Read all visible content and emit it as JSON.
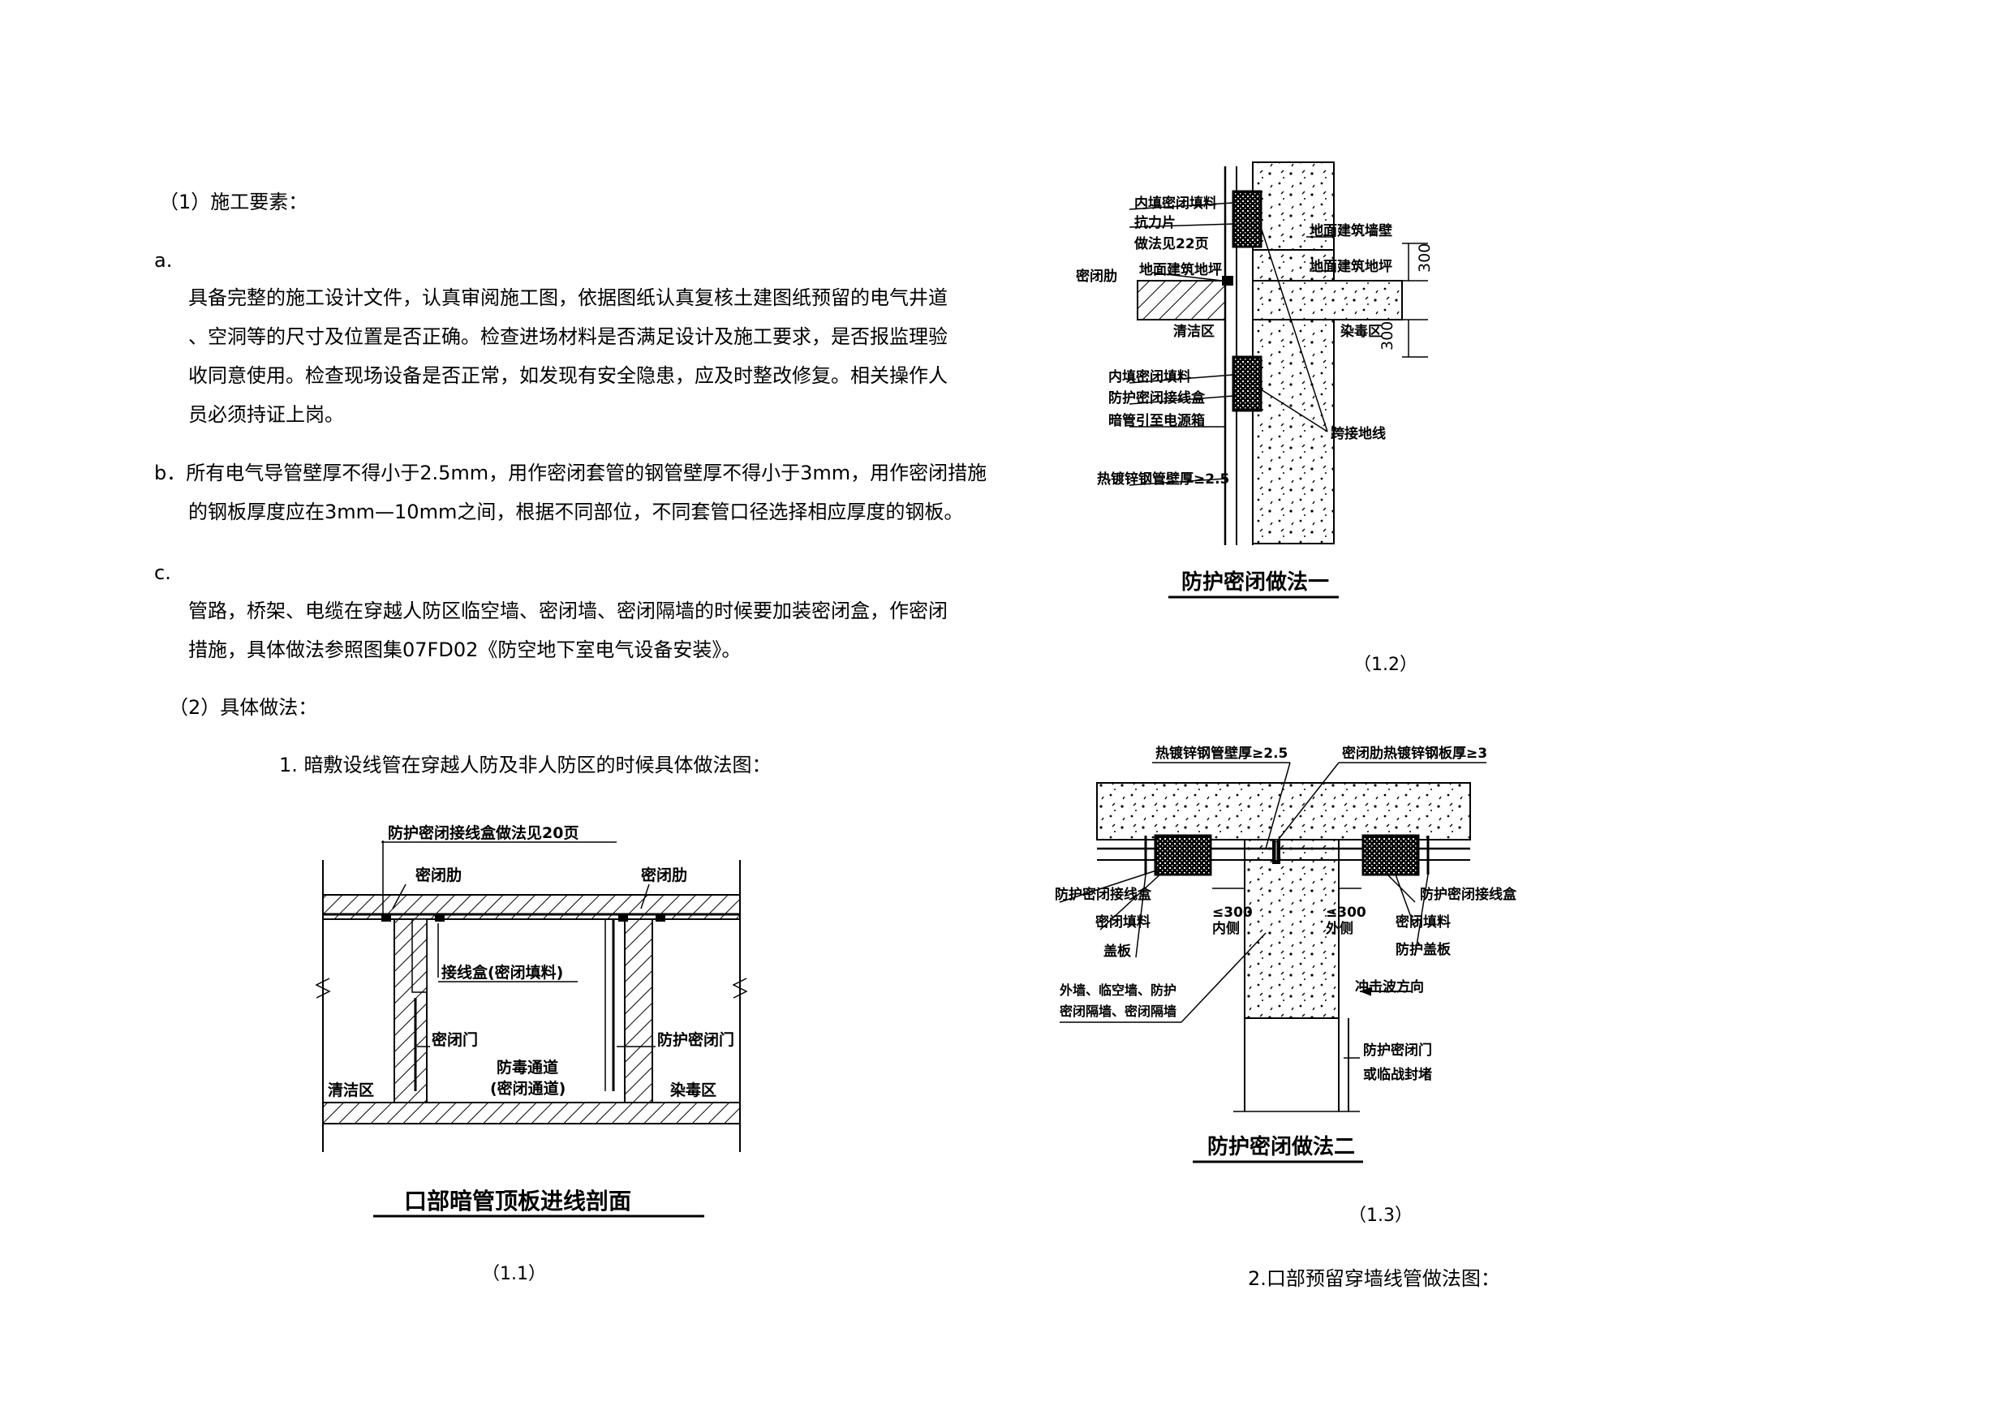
{
  "section1_heading": "（1）施工要素：",
  "item_a_label": "a.",
  "item_a_lines": [
    "具备完整的施工设计文件，认真审阅施工图，依据图纸认真复核土建图纸预留的电气井道",
    "、空洞等的尺寸及位置是否正确。检查进场材料是否满足设计及施工要求，是否报监理验",
    "收同意使用。检查现场设备是否正常，如发现有安全隐患，应及时整改修复。相关操作人",
    "员必须持证上岗。"
  ],
  "item_b_lines": [
    "b．所有电气导管壁厚不得小于2.5mm，用作密闭套管的钢管壁厚不得小于3mm，用作密闭措施",
    "的钢板厚度应在3mm—10mm之间，根据不同部位，不同套管口径选择相应厚度的钢板。"
  ],
  "item_c_label": "c.",
  "item_c_lines": [
    "管路，桥架、电缆在穿越人防区临空墙、密闭墙、密闭隔墙的时候要加装密闭盒，作密闭",
    "措施，具体做法参照图集07FD02《防空地下室电气设备安装》。"
  ],
  "section2_heading": "（2）具体做法：",
  "step1_text": "1. 暗敷设线管在穿越人防及非人防区的时候具体做法图：",
  "step2_text": "2.口部预留穿墙线管做法图：",
  "fig11": {
    "title": "口部暗管顶板进线剖面",
    "caption": "（1.1）",
    "labels": {
      "box_ref": "防护密闭接线盒做法见20页",
      "rib_left": "密闭肋",
      "rib_right": "密闭肋",
      "junction": "接线盒(密闭填料)",
      "door": "密闭门",
      "prot_door": "防护密闭门",
      "clean": "清洁区",
      "channel1": "防毒通道",
      "channel2": "(密闭通道)",
      "contam": "染毒区"
    }
  },
  "fig12": {
    "title": "防护密闭做法一",
    "caption": "（1.2）",
    "labels": {
      "fill_top": "内填密闭填料",
      "anchor": "抗力片",
      "ref": "做法见22页",
      "rib": "密闭肋",
      "floor_l": "地面建筑地坪",
      "wall_r": "地面建筑墙壁",
      "floor_r": "地面建筑地坪",
      "dim1": "300",
      "dim2": "300",
      "clean": "清洁区",
      "contam": "染毒区",
      "fill_bot": "内填密闭填料",
      "box": "防护密闭接线盒",
      "conduit": "暗管引至电源箱",
      "ground": "跨接地线",
      "pipe": "热镀锌钢管壁厚≥2.5"
    }
  },
  "fig13": {
    "title": "防护密闭做法二",
    "caption": "（1.3）",
    "labels": {
      "pipe": "热镀锌钢管壁厚≥2.5",
      "plate": "密闭肋热镀锌钢板厚≥3",
      "box_l": "防护密闭接线盒",
      "fill_l": "密闭填料",
      "cover": "盖板",
      "dim_l": "≤300",
      "side_in": "内侧",
      "dim_r": "≤300",
      "side_out": "外侧",
      "box_r": "防护密闭接线盒",
      "fill_r": "密闭填料",
      "prot_cover": "防护盖板",
      "wall1": "外墙、临空墙、防护",
      "wall2": "密闭隔墙、密闭隔墙",
      "blast": "冲击波方向",
      "door1": "防护密闭门",
      "door2": "或临战封堵"
    }
  }
}
